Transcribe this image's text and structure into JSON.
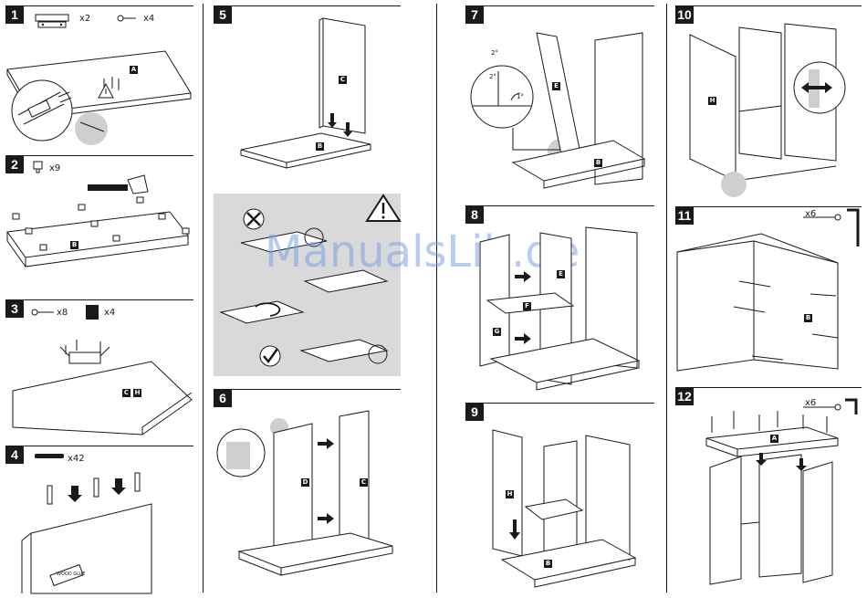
{
  "watermark": "ManualsLib.de",
  "steps": [
    {
      "num": "1",
      "qty": [
        "x2",
        "x4"
      ],
      "labels": [
        "A"
      ]
    },
    {
      "num": "2",
      "qty": [
        "x9"
      ],
      "labels": [
        "B"
      ]
    },
    {
      "num": "3",
      "qty": [
        "x8",
        "x4"
      ],
      "labels": [
        "C",
        "H"
      ]
    },
    {
      "num": "4",
      "qty": [
        "x42"
      ],
      "tube_text": "WOOD GLUE"
    },
    {
      "num": "5",
      "labels": [
        "C",
        "B"
      ]
    },
    {
      "num": "6",
      "labels": [
        "D",
        "C"
      ]
    },
    {
      "num": "7",
      "labels": [
        "E",
        "B"
      ],
      "angles": [
        "2°",
        "2°",
        "1°"
      ]
    },
    {
      "num": "8",
      "labels": [
        "E",
        "F",
        "G"
      ]
    },
    {
      "num": "9",
      "labels": [
        "H",
        "B"
      ]
    },
    {
      "num": "10",
      "labels": [
        "H"
      ]
    },
    {
      "num": "11",
      "qty": [
        "x6"
      ],
      "labels": [
        "B"
      ]
    },
    {
      "num": "12",
      "qty": [
        "x6"
      ],
      "labels": [
        "A"
      ]
    }
  ],
  "icons": {
    "wrong": "cross-circle-icon",
    "right": "check-circle-icon",
    "warning": "warning-triangle-icon",
    "rotate": "rotate-arrows-icon",
    "allen_key": "allen-key-icon"
  },
  "colors": {
    "ink": "#1a1a1a",
    "shade_box": "#d9d9d9",
    "highlight": "#cfcfcf",
    "watermark": "#78a0e1"
  }
}
